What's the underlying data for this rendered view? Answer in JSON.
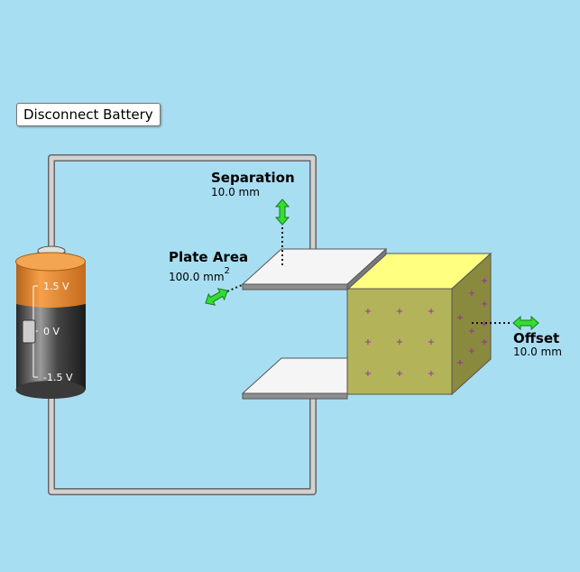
{
  "controls": {
    "disconnect_button": "Disconnect Battery"
  },
  "separation": {
    "title": "Separation",
    "value": "10.0 mm"
  },
  "plate_area": {
    "title": "Plate Area",
    "value": "100.0 mm",
    "superscript": "2"
  },
  "offset": {
    "title": "Offset",
    "value": "10.0 mm"
  },
  "battery": {
    "voltage_top": "1.5 V",
    "voltage_mid": "0 V",
    "voltage_bottom": "-1.5 V"
  },
  "colors": {
    "background": "#a8def2",
    "wire": "#cfcfcf",
    "dielectric_top": "#ffff80",
    "dielectric_front": "#b3b35a",
    "dielectric_side": "#8a8a3e",
    "handle_arrow": "#33dd33",
    "charge_sign": "#9922aa",
    "battery_cap": "#e8862a"
  },
  "icons": [
    "double-arrow-vertical-icon",
    "double-arrow-diagonal-icon",
    "double-arrow-horizontal-icon"
  ]
}
